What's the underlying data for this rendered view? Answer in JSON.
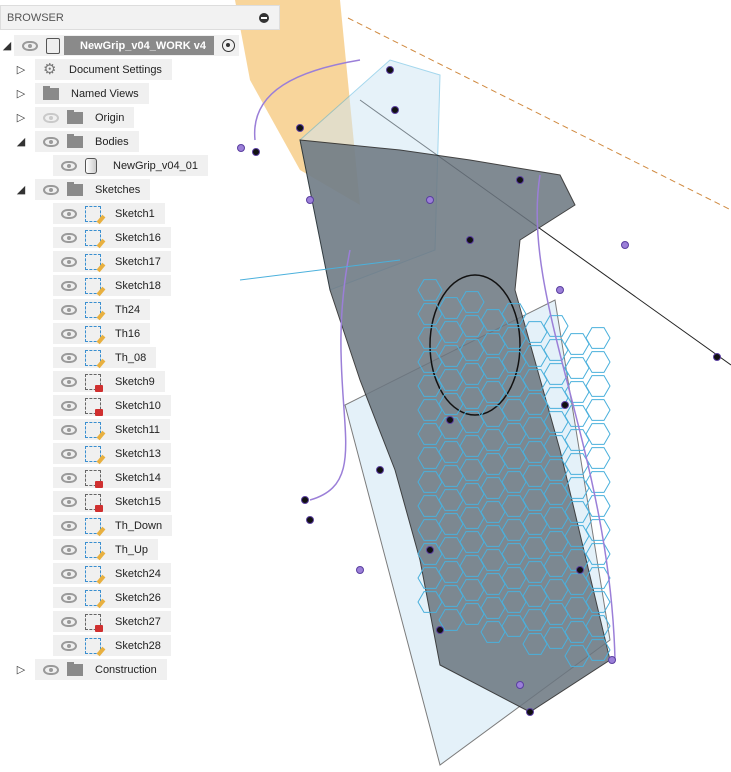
{
  "browser": {
    "title": "BROWSER"
  },
  "root": {
    "label": "NewGrip_v04_WORK v4"
  },
  "items": [
    {
      "label": "Document Settings",
      "icon": "gear"
    },
    {
      "label": "Named Views",
      "icon": "folder"
    },
    {
      "label": "Origin",
      "icon": "folder",
      "hidden": true
    },
    {
      "label": "Bodies",
      "icon": "folder"
    },
    {
      "label": "NewGrip_v04_01",
      "icon": "body"
    },
    {
      "label": "Sketches",
      "icon": "folder"
    },
    {
      "label": "Construction",
      "icon": "folder"
    }
  ],
  "sketches": [
    {
      "label": "Sketch1",
      "locked": false
    },
    {
      "label": "Sketch16",
      "locked": false
    },
    {
      "label": "Sketch17",
      "locked": false
    },
    {
      "label": "Sketch18",
      "locked": false
    },
    {
      "label": "Th24",
      "locked": false
    },
    {
      "label": "Th16",
      "locked": false
    },
    {
      "label": "Th_08",
      "locked": false
    },
    {
      "label": "Sketch9",
      "locked": true
    },
    {
      "label": "Sketch10",
      "locked": true
    },
    {
      "label": "Sketch11",
      "locked": false
    },
    {
      "label": "Sketch13",
      "locked": false
    },
    {
      "label": "Sketch14",
      "locked": true
    },
    {
      "label": "Sketch15",
      "locked": true
    },
    {
      "label": "Th_Down",
      "locked": false
    },
    {
      "label": "Th_Up",
      "locked": false
    },
    {
      "label": "Sketch24",
      "locked": false
    },
    {
      "label": "Sketch26",
      "locked": false
    },
    {
      "label": "Sketch27",
      "locked": true
    },
    {
      "label": "Sketch28",
      "locked": false
    }
  ],
  "colors": {
    "plane_orange": "#f5c77a",
    "plane_blue": "#cfe6f5",
    "body": "#6b7680",
    "sketch_purple": "#9b7fd8",
    "hex_blue": "#4ab0dc"
  }
}
